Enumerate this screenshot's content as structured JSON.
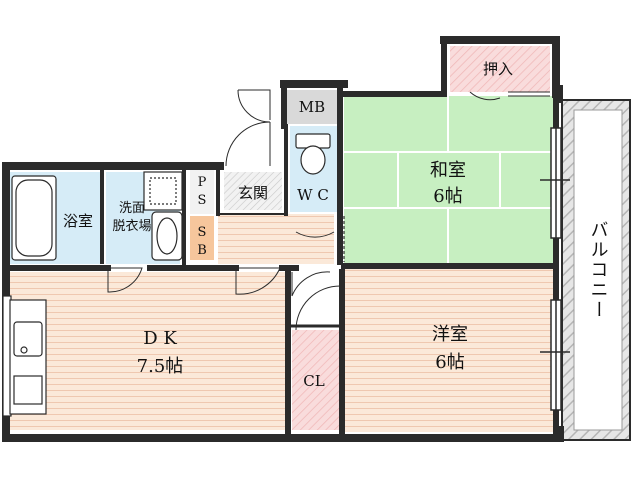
{
  "rooms": {
    "washitsu": {
      "name": "和室",
      "size": "6帖",
      "fill": "#c7efc1"
    },
    "youshitsu": {
      "name": "洋室",
      "size": "6帖",
      "fill": "#fbe9d9"
    },
    "dk": {
      "name": "D K",
      "size": "7.5帖",
      "fill": "#fbe9d9"
    },
    "bath": {
      "name": "浴室",
      "fill": "#d6ecf7"
    },
    "washroom": {
      "line1": "洗面",
      "line2": "脱衣場",
      "fill": "#d6ecf7"
    },
    "wc": {
      "name": "W C",
      "fill": "#d6ecf7"
    },
    "genkan": {
      "name": "玄関"
    },
    "closet": {
      "name": "CL",
      "fill": "#f9dcdc"
    },
    "oshiire": {
      "name": "押入",
      "fill": "#f9dcdc"
    },
    "balcony": {
      "name": "バルコニー"
    },
    "mb": {
      "name": "MB"
    },
    "ps": {
      "line1": "P",
      "line2": "S"
    },
    "sb": {
      "line1": "S",
      "line2": "B",
      "fill": "#f6c69c"
    }
  },
  "colors": {
    "wall": "#2b2b2b",
    "floor_line": "#e2b9a0",
    "tatami_line": "#ffffff",
    "hatch": "#bdbdbd"
  }
}
